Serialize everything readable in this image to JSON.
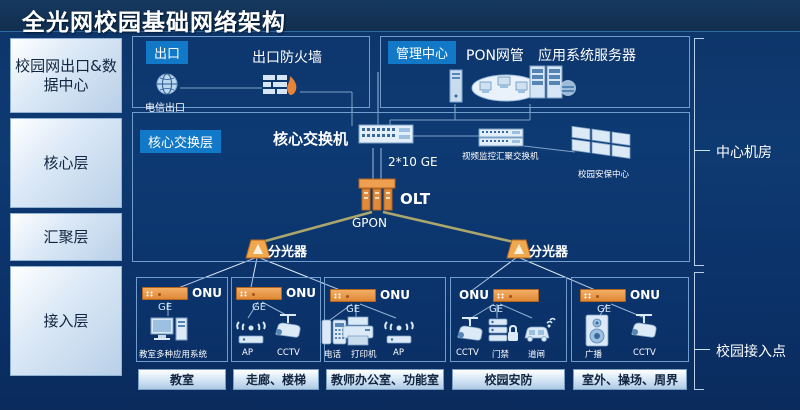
{
  "header": {
    "title": "全光网校园基础网络架构"
  },
  "sidebar": {
    "items": [
      {
        "label": "校园网出口&数据中心"
      },
      {
        "label": "核心层"
      },
      {
        "label": "汇聚层"
      },
      {
        "label": "接入层"
      }
    ]
  },
  "right_labels": [
    {
      "label": "中心机房"
    },
    {
      "label": "校园接入点"
    }
  ],
  "exit_zone": {
    "tag": "出口",
    "firewall_label": "出口防火墙",
    "internet_label": "电信出口",
    "icons": {
      "globe": "globe-icon",
      "firewall": "firewall-icon"
    }
  },
  "management_zone": {
    "tag": "管理中心",
    "pon_nms_label": "PON网管",
    "app_server_label": "应用系统服务器",
    "icons": {
      "server": "server-tower-icon",
      "cloud": "network-cloud-icon",
      "rack": "server-rack-icon"
    }
  },
  "core_zone": {
    "tag": "核心交换层",
    "core_switch_label": "核心交换机",
    "uplink_label": "2*10 GE",
    "olt_label": "OLT",
    "gpon_label": "GPON",
    "video_switch_label": "视频监控汇聚交换机",
    "security_center_label": "校园安保中心",
    "icons": {
      "switch": "switch-icon",
      "olt": "olt-icon",
      "video_wall": "video-wall-icon"
    }
  },
  "splitters": [
    {
      "label": "分光器",
      "icon": "optical-splitter-icon"
    },
    {
      "label": "分光器",
      "icon": "optical-splitter-icon"
    }
  ],
  "access_groups": [
    {
      "onu_label": "ONU",
      "link_label": "GE",
      "devices": [
        {
          "label": "教室多种应用系统",
          "icon": "desktop-pc-icon"
        }
      ],
      "room_label": "教室"
    },
    {
      "onu_label": "ONU",
      "link_label": "GE",
      "devices": [
        {
          "label": "AP",
          "icon": "wifi-ap-icon"
        },
        {
          "label": "CCTV",
          "icon": "cctv-camera-icon"
        }
      ],
      "room_label": "走廊、楼梯"
    },
    {
      "onu_label": "ONU",
      "link_label": "GE",
      "devices": [
        {
          "label": "电话",
          "icon": "desk-phone-icon"
        },
        {
          "label": "打印机",
          "icon": "printer-icon"
        },
        {
          "label": "AP",
          "icon": "wifi-ap-icon"
        }
      ],
      "room_label": "教师办公室、功能室"
    },
    {
      "onu_label": "ONU",
      "link_label": "GE",
      "devices": [
        {
          "label": "CCTV",
          "icon": "cctv-camera-icon"
        },
        {
          "label": "门禁",
          "icon": "access-control-icon"
        },
        {
          "label": "道闸",
          "icon": "barrier-gate-icon"
        }
      ],
      "room_label": "校园安防"
    },
    {
      "onu_label": "ONU",
      "link_label": "GE",
      "devices": [
        {
          "label": "广播",
          "icon": "speaker-icon"
        },
        {
          "label": "CCTV",
          "icon": "cctv-camera-icon"
        }
      ],
      "room_label": "室外、操场、周界"
    }
  ],
  "colors": {
    "background": "#0d3569",
    "tag_blue": "#1279c8",
    "onu_orange": "#e08a3c",
    "gpon_gold": "#d8c56a",
    "line_light": "#cfe2f5",
    "panel_border": "#6f9dd0"
  }
}
